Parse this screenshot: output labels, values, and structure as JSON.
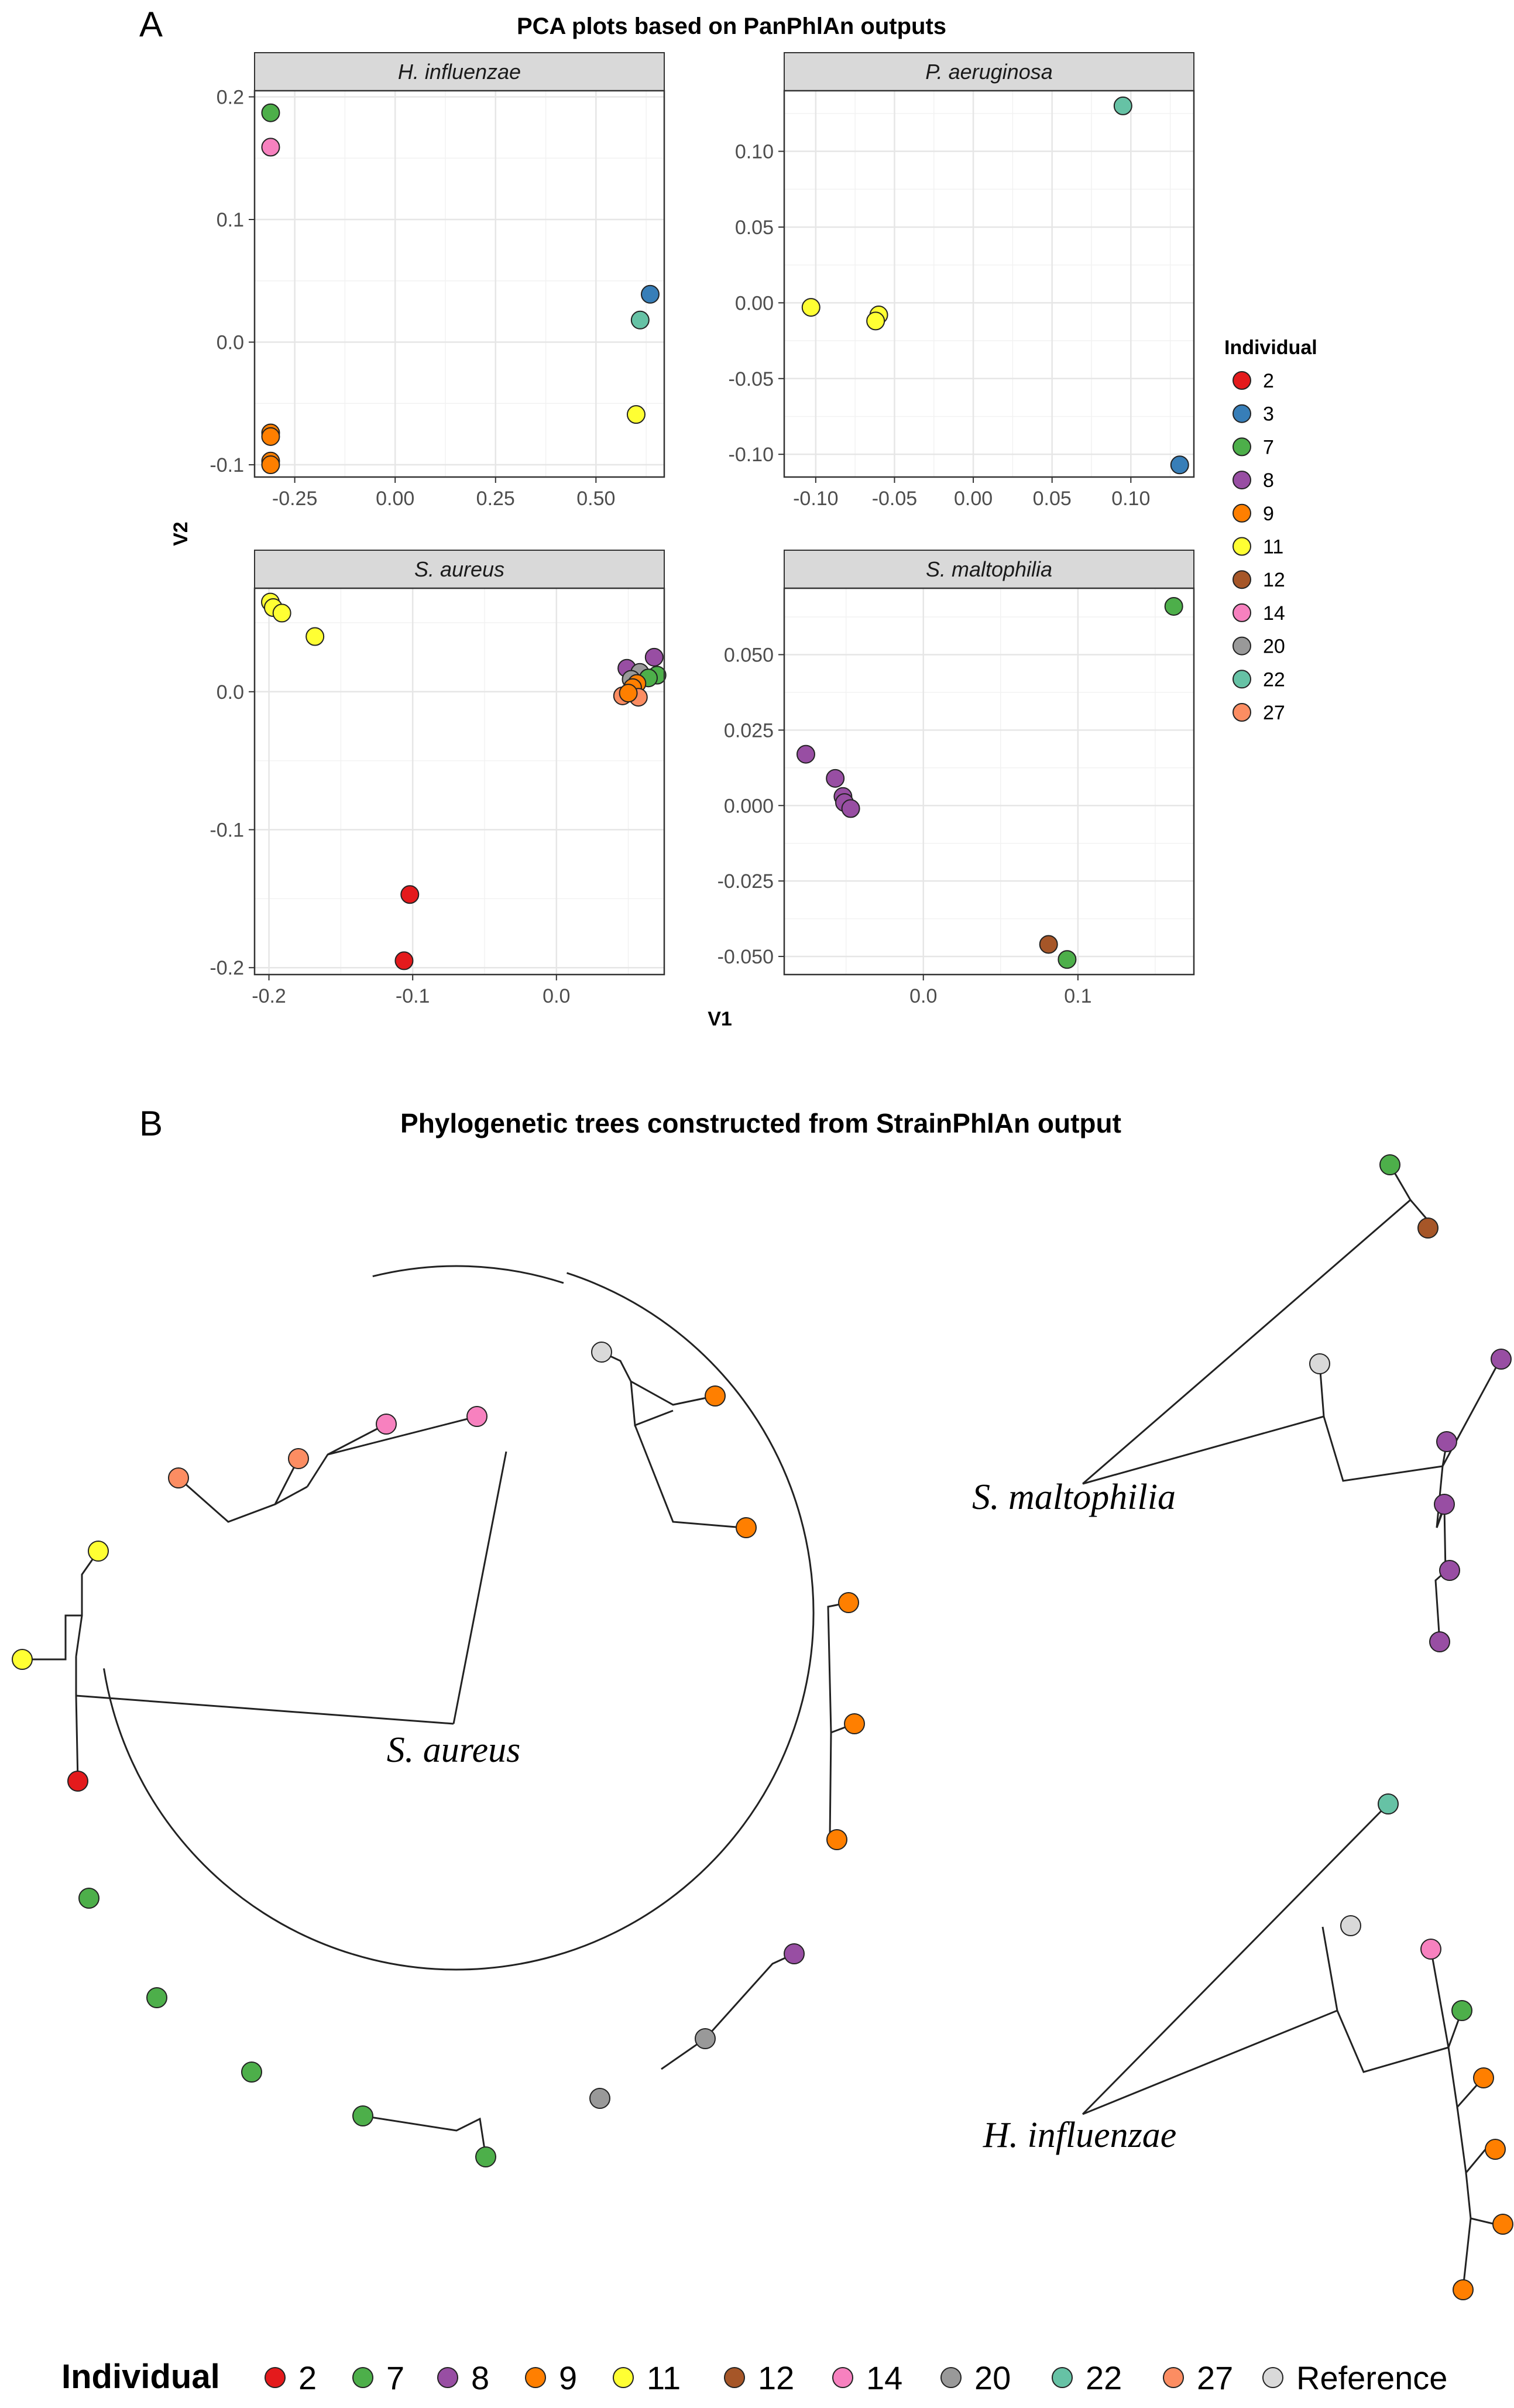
{
  "figure": {
    "panel_a_letter": "A",
    "panel_b_letter": "B",
    "panel_a_title": "PCA plots based on PanPhlAn outputs",
    "panel_b_title": "Phylogenetic trees constructed from StrainPhlAn output"
  },
  "palette": {
    "2": "#E41A1C",
    "3": "#377EB8",
    "7": "#4DAF4A",
    "8": "#984EA3",
    "9": "#FF7F00",
    "11": "#FFFF33",
    "12": "#A65628",
    "14": "#F781BF",
    "20": "#999999",
    "22": "#66C2A5",
    "27": "#FC8D62",
    "Reference": "#D9D9D9"
  },
  "chart_data": [
    {
      "type": "scatter",
      "strip_label": "H. influenzae",
      "xlim": [
        -0.35,
        0.67
      ],
      "ylim": [
        -0.11,
        0.205
      ],
      "xticks": [
        -0.25,
        0.0,
        0.25,
        0.5
      ],
      "xtick_labels": [
        "-0.25",
        "0.00",
        "0.25",
        "0.50"
      ],
      "yticks": [
        -0.1,
        0.0,
        0.1,
        0.2
      ],
      "ytick_labels": [
        "-0.1",
        "0.0",
        "0.1",
        "0.2"
      ],
      "grid": true,
      "points": [
        {
          "x": -0.31,
          "y": 0.187,
          "individual": "7"
        },
        {
          "x": -0.31,
          "y": 0.159,
          "individual": "14"
        },
        {
          "x": 0.635,
          "y": 0.039,
          "individual": "3"
        },
        {
          "x": 0.61,
          "y": 0.018,
          "individual": "22"
        },
        {
          "x": 0.6,
          "y": -0.059,
          "individual": "11"
        },
        {
          "x": -0.31,
          "y": -0.074,
          "individual": "9"
        },
        {
          "x": -0.31,
          "y": -0.077,
          "individual": "9"
        },
        {
          "x": -0.31,
          "y": -0.097,
          "individual": "9"
        },
        {
          "x": -0.31,
          "y": -0.1,
          "individual": "9"
        }
      ]
    },
    {
      "type": "scatter",
      "strip_label": "P. aeruginosa",
      "xlim": [
        -0.12,
        0.14
      ],
      "ylim": [
        -0.115,
        0.14
      ],
      "xticks": [
        -0.1,
        -0.05,
        0.0,
        0.05,
        0.1
      ],
      "xtick_labels": [
        "-0.10",
        "-0.05",
        "0.00",
        "0.05",
        "0.10"
      ],
      "yticks": [
        -0.1,
        -0.05,
        0.0,
        0.05,
        0.1
      ],
      "ytick_labels": [
        "-0.10",
        "-0.05",
        "0.00",
        "0.05",
        "0.10"
      ],
      "grid": true,
      "points": [
        {
          "x": 0.095,
          "y": 0.13,
          "individual": "22"
        },
        {
          "x": -0.103,
          "y": -0.003,
          "individual": "11"
        },
        {
          "x": -0.06,
          "y": -0.008,
          "individual": "11"
        },
        {
          "x": -0.062,
          "y": -0.012,
          "individual": "11"
        },
        {
          "x": 0.131,
          "y": -0.107,
          "individual": "3"
        }
      ]
    },
    {
      "type": "scatter",
      "strip_label": "S. aureus",
      "xlim": [
        -0.21,
        0.075
      ],
      "ylim": [
        -0.205,
        0.075
      ],
      "xticks": [
        -0.2,
        -0.1,
        0.0
      ],
      "xtick_labels": [
        "-0.2",
        "-0.1",
        "0.0"
      ],
      "yticks": [
        -0.2,
        -0.1,
        0.0
      ],
      "ytick_labels": [
        "-0.2",
        "-0.1",
        "0.0"
      ],
      "grid": true,
      "points": [
        {
          "x": -0.199,
          "y": 0.065,
          "individual": "11"
        },
        {
          "x": -0.197,
          "y": 0.061,
          "individual": "11"
        },
        {
          "x": -0.191,
          "y": 0.057,
          "individual": "11"
        },
        {
          "x": -0.168,
          "y": 0.04,
          "individual": "11"
        },
        {
          "x": 0.068,
          "y": 0.025,
          "individual": "8"
        },
        {
          "x": 0.049,
          "y": 0.017,
          "individual": "8"
        },
        {
          "x": 0.07,
          "y": 0.012,
          "individual": "7"
        },
        {
          "x": 0.058,
          "y": 0.014,
          "individual": "20"
        },
        {
          "x": 0.064,
          "y": 0.01,
          "individual": "7"
        },
        {
          "x": 0.052,
          "y": 0.009,
          "individual": "20"
        },
        {
          "x": 0.056,
          "y": 0.006,
          "individual": "9"
        },
        {
          "x": 0.053,
          "y": 0.003,
          "individual": "9"
        },
        {
          "x": 0.046,
          "y": -0.003,
          "individual": "27"
        },
        {
          "x": 0.057,
          "y": -0.004,
          "individual": "27"
        },
        {
          "x": 0.05,
          "y": -0.001,
          "individual": "9"
        },
        {
          "x": -0.102,
          "y": -0.147,
          "individual": "2"
        },
        {
          "x": -0.106,
          "y": -0.195,
          "individual": "2"
        }
      ]
    },
    {
      "type": "scatter",
      "strip_label": "S. maltophilia",
      "xlim": [
        -0.09,
        0.175
      ],
      "ylim": [
        -0.056,
        0.072
      ],
      "xticks": [
        0.0,
        0.1
      ],
      "xtick_labels": [
        "0.0",
        "0.1"
      ],
      "yticks": [
        -0.05,
        -0.025,
        0.0,
        0.025,
        0.05
      ],
      "ytick_labels": [
        "-0.050",
        "-0.025",
        "0.000",
        "0.025",
        "0.050"
      ],
      "grid": true,
      "points": [
        {
          "x": 0.162,
          "y": 0.066,
          "individual": "7"
        },
        {
          "x": -0.076,
          "y": 0.017,
          "individual": "8"
        },
        {
          "x": -0.057,
          "y": 0.009,
          "individual": "8"
        },
        {
          "x": -0.052,
          "y": 0.003,
          "individual": "8"
        },
        {
          "x": -0.051,
          "y": 0.001,
          "individual": "8"
        },
        {
          "x": -0.047,
          "y": -0.001,
          "individual": "8"
        },
        {
          "x": 0.081,
          "y": -0.046,
          "individual": "12"
        },
        {
          "x": 0.093,
          "y": -0.051,
          "individual": "7"
        }
      ]
    }
  ],
  "axis_labels": {
    "x": "V1",
    "y": "V2"
  },
  "legend_a": {
    "title": "Individual",
    "placement": "right",
    "entries": [
      "2",
      "3",
      "7",
      "8",
      "9",
      "11",
      "12",
      "14",
      "20",
      "22",
      "27"
    ]
  },
  "trees": [
    {
      "type": "tree",
      "label": "S. aureus",
      "tips": [
        "11",
        "11",
        "2",
        "7",
        "7",
        "7",
        "7",
        "7",
        "20",
        "20",
        "8",
        "9",
        "9",
        "9",
        "9",
        "9",
        "Reference",
        "14",
        "14",
        "27",
        "27"
      ]
    },
    {
      "type": "tree",
      "label": "S. maltophilia",
      "tips": [
        "7",
        "12",
        "Reference",
        "8",
        "8",
        "8",
        "8",
        "8"
      ]
    },
    {
      "type": "tree",
      "label": "H. influenzae",
      "tips": [
        "22",
        "Reference",
        "14",
        "7",
        "9",
        "9",
        "9",
        "9"
      ]
    }
  ],
  "legend_b": {
    "title": "Individual",
    "placement": "bottom",
    "entries": [
      "2",
      "7",
      "8",
      "9",
      "11",
      "12",
      "14",
      "20",
      "22",
      "27",
      "Reference"
    ]
  }
}
